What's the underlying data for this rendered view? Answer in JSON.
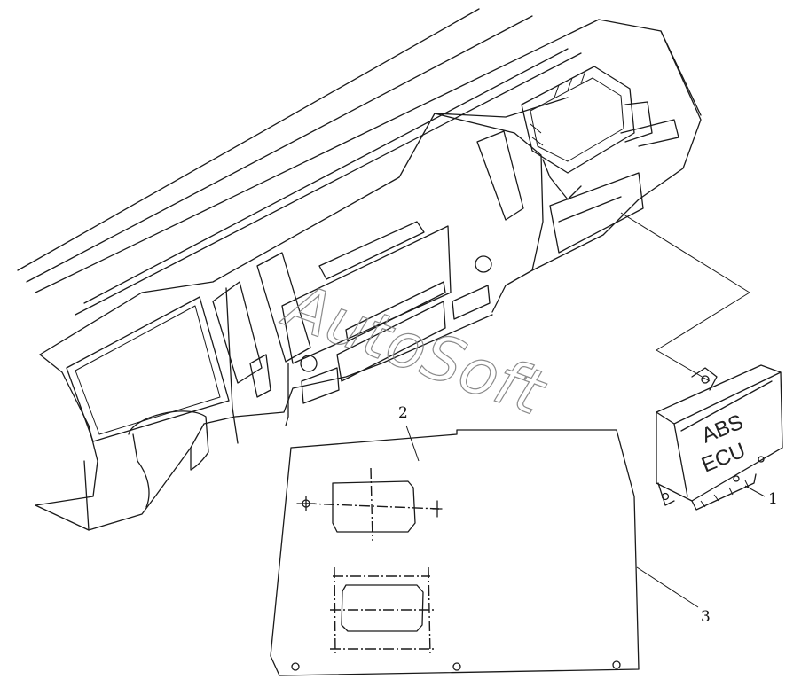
{
  "watermark": "AutoSoft",
  "ecu_module": {
    "line1": "ABS",
    "line2": "ECU"
  },
  "callouts": [
    {
      "id": "1",
      "label": "1"
    },
    {
      "id": "2",
      "label": "2"
    },
    {
      "id": "3",
      "label": "3"
    }
  ]
}
